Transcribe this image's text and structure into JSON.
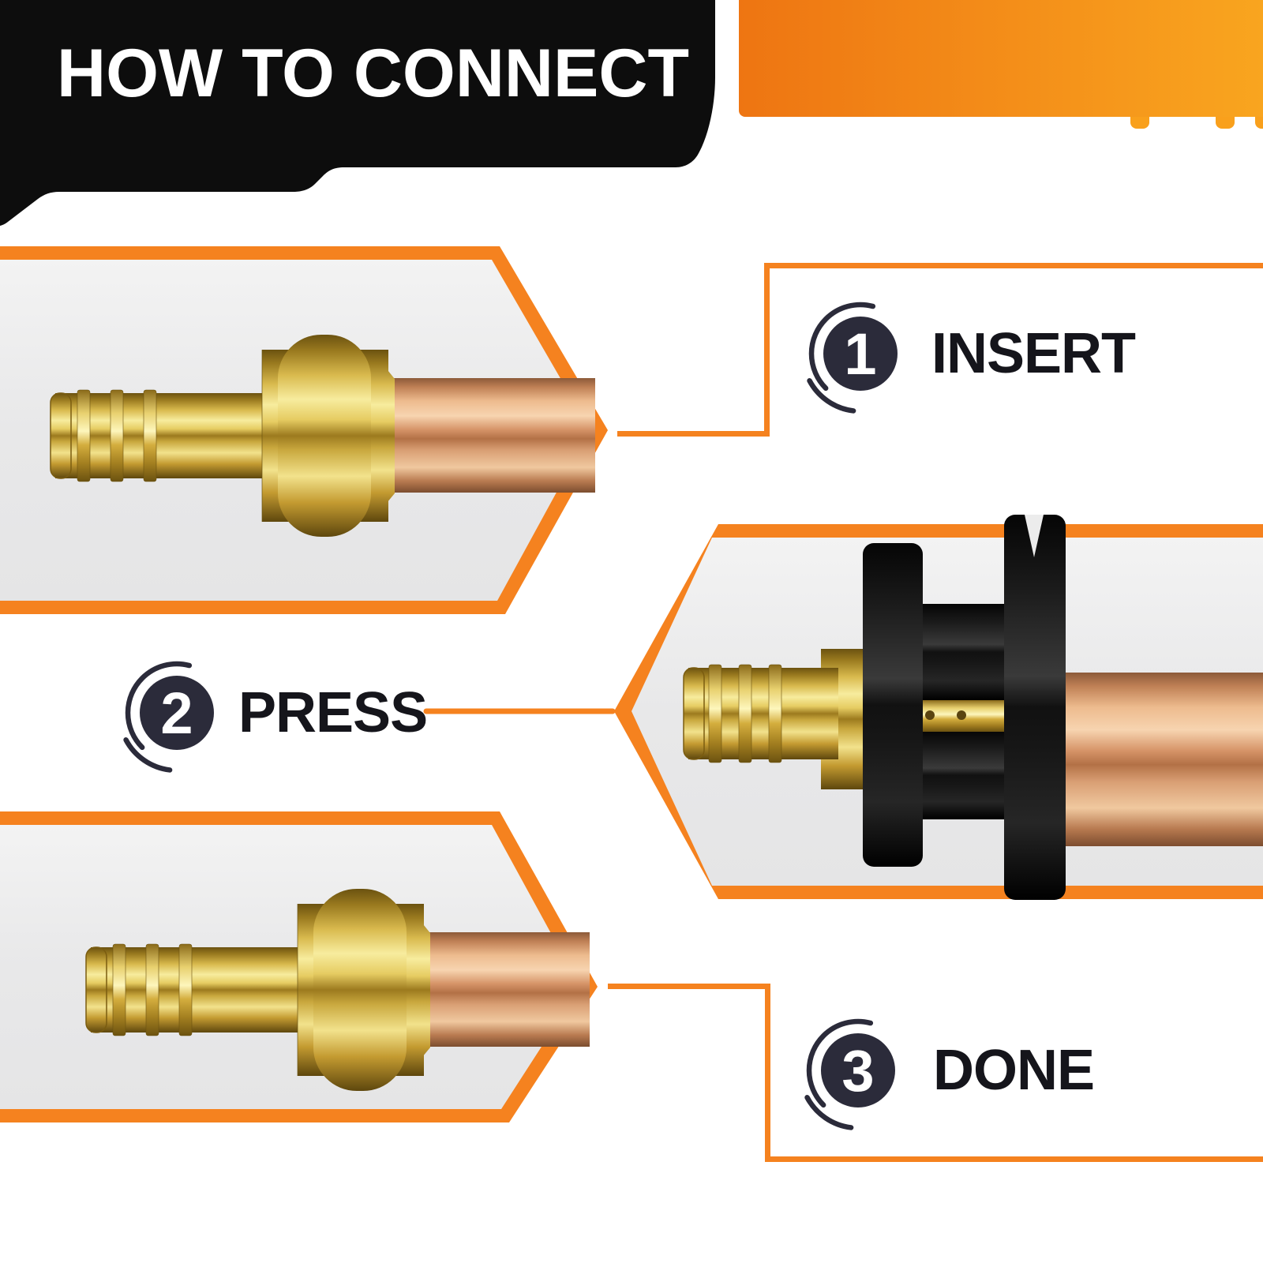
{
  "header": {
    "title": "HOW TO CONNECT"
  },
  "steps": [
    {
      "number": "1",
      "label": "INSERT",
      "photo": "brass-pex-fitting-inserted-into-copper-pipe"
    },
    {
      "number": "2",
      "label": "PRESS",
      "photo": "press-tool-clamped-on-fitting-and-copper-pipe"
    },
    {
      "number": "3",
      "label": "DONE",
      "photo": "finished-pressed-fitting-on-copper-pipe"
    }
  ],
  "colors": {
    "accent_orange": "#F5821F",
    "accent_orange_light": "#F9A51F",
    "accent_orange_dark": "#EE7512",
    "badge_navy": "#2B2B3A",
    "label_text": "#15151B",
    "banner_black": "#0D0D0D",
    "panel_gray": "#E9E9EA",
    "background": "#FFFFFF"
  }
}
